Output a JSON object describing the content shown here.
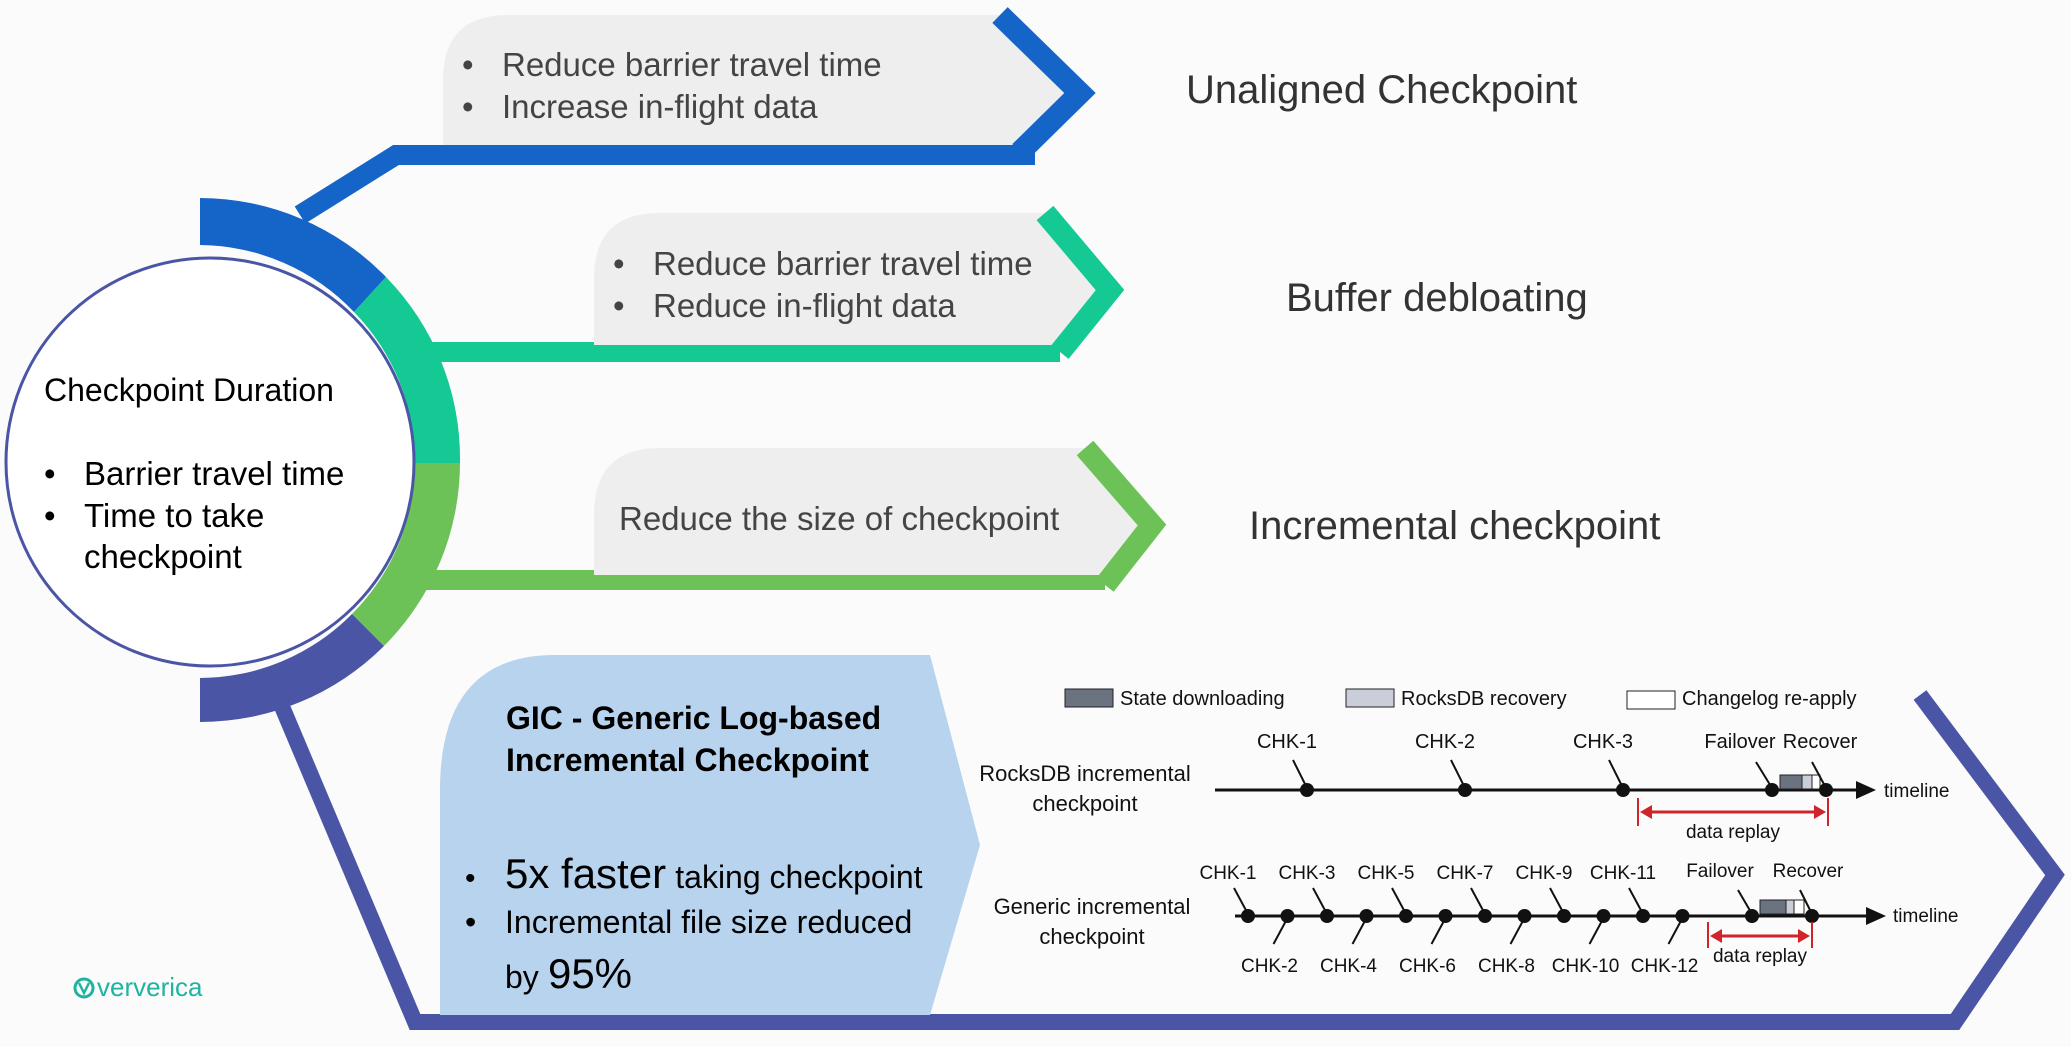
{
  "colors": {
    "blue": "#1565c8",
    "teal": "#15c994",
    "green": "#6cc256",
    "indigo": "#4a55a6",
    "box_gray": "#eeeeee",
    "gic_box": "#b8d3ee",
    "red": "#d0242b",
    "logo": "#1fb3a1"
  },
  "circle": {
    "title": "Checkpoint Duration",
    "bullets": [
      "Barrier travel time",
      "Time to take",
      "checkpoint"
    ]
  },
  "branches": [
    {
      "bullets": [
        "Reduce barrier travel time",
        "Increase in-flight data"
      ],
      "title": "Unaligned Checkpoint"
    },
    {
      "bullets": [
        "Reduce barrier travel time",
        "Reduce in-flight data"
      ],
      "title": "Buffer debloating"
    },
    {
      "text": "Reduce the size of checkpoint",
      "title": "Incremental checkpoint"
    }
  ],
  "gic": {
    "title_line1": "GIC - Generic Log-based",
    "title_line2": "Incremental Checkpoint",
    "b1_big": "5x faster",
    "b1_small": "taking checkpoint",
    "b2_line1": "Incremental file size reduced",
    "b2_by": "by",
    "b2_big": "95%"
  },
  "legend": [
    "State downloading",
    "RocksDB recovery",
    "Changelog re-apply"
  ],
  "rocksdb": {
    "label_line1": "RocksDB incremental",
    "label_line2": "checkpoint",
    "checkpoints": [
      "CHK-1",
      "CHK-2",
      "CHK-3"
    ],
    "failover": "Failover",
    "recover": "Recover",
    "timeline": "timeline",
    "replay": "data replay"
  },
  "generic": {
    "label_line1": "Generic incremental",
    "label_line2": "checkpoint",
    "checkpoints": [
      "CHK-1",
      "CHK-2",
      "CHK-3",
      "CHK-4",
      "CHK-5",
      "CHK-6",
      "CHK-7",
      "CHK-8",
      "CHK-9",
      "CHK-10",
      "CHK-11",
      "CHK-12"
    ],
    "failover": "Failover",
    "recover": "Recover",
    "timeline": "timeline",
    "replay": "data replay"
  },
  "logo": {
    "text": "ververica",
    "icon": "ververica-logo-icon"
  }
}
